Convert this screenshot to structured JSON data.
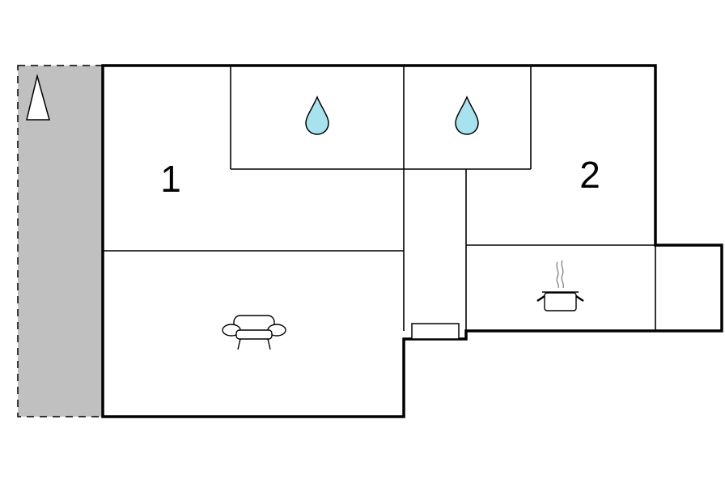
{
  "rooms": [
    {
      "id": "bedroom-1",
      "label": "1"
    },
    {
      "id": "bedroom-2",
      "label": "2"
    }
  ],
  "icons": {
    "bathroom": "water-drop-icon",
    "kitchen": "cooking-pot-icon",
    "living": "sofa-icon",
    "north": "north-arrow-icon",
    "heater": "radiator-icon"
  },
  "colors": {
    "background": "#ffffff",
    "wall": "#000000",
    "terrace": "#c0c0c0",
    "water": "#a6e3ee"
  }
}
